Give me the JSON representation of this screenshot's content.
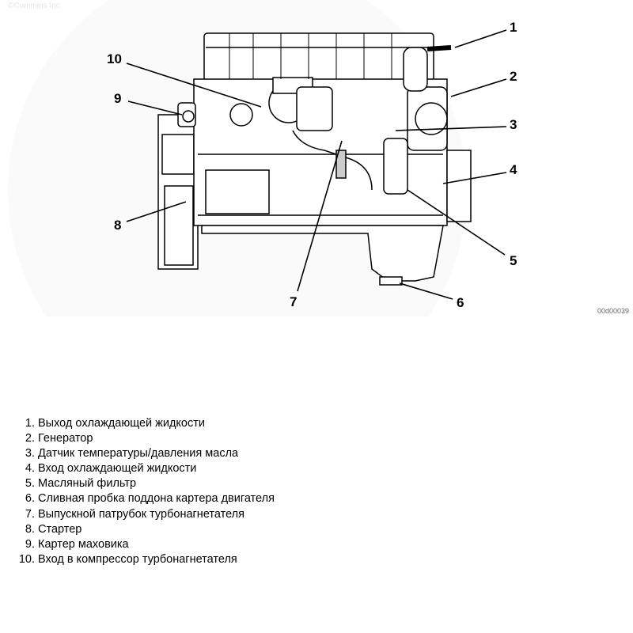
{
  "figure": {
    "copyright": "©Cummins Inc",
    "watermark": "Cummins",
    "figure_id": "00d00039",
    "callouts": [
      "1",
      "2",
      "3",
      "4",
      "5",
      "6",
      "7",
      "8",
      "9",
      "10"
    ]
  },
  "legend": [
    "Выход охлаждающей жидкости",
    "Генератор",
    "Датчик температуры/давления масла",
    "Вход охлаждающей жидкости",
    "Масляный фильтр",
    "Сливная пробка поддона картера двигателя",
    "Выпускной патрубок турбонагнетателя",
    "Стартер",
    "Картер маховика",
    "Вход в компрессор турбонагнетателя"
  ]
}
